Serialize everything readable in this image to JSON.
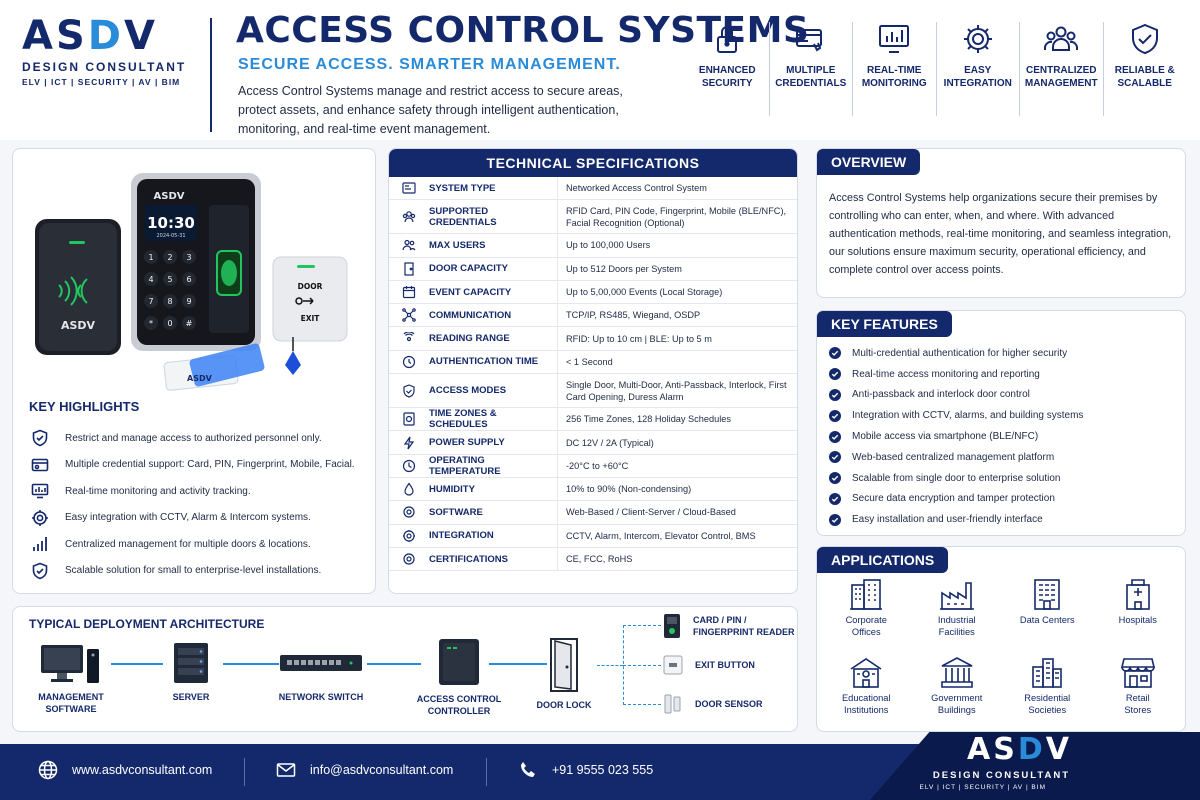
{
  "brand": {
    "mark": "ASDV",
    "name": "DESIGN CONSULTANT",
    "tagline": "ELV | ICT | SECURITY | AV | BIM"
  },
  "header": {
    "title": "ACCESS CONTROL SYSTEMS",
    "subtitle": "SECURE ACCESS. SMARTER MANAGEMENT.",
    "intro": "Access Control Systems manage and restrict access to secure areas, protect assets, and enhance safety through intelligent authentication, monitoring, and real-time event management."
  },
  "top_features": [
    {
      "label": "ENHANCED\nSECURITY",
      "icon": "lock-icon"
    },
    {
      "label": "MULTIPLE\nCREDENTIALS",
      "icon": "card-icon"
    },
    {
      "label": "REAL-TIME\nMONITORING",
      "icon": "monitor-chart-icon"
    },
    {
      "label": "EASY\nINTEGRATION",
      "icon": "gear-icon"
    },
    {
      "label": "CENTRALIZED\nMANAGEMENT",
      "icon": "users-icon"
    },
    {
      "label": "RELIABLE &\nSCALABLE",
      "icon": "shield-check-icon"
    }
  ],
  "product": {
    "device_logo": "ASDV",
    "time": "10:30",
    "date": "2024-05-31",
    "keys": [
      "1",
      "2",
      "3",
      "4",
      "5",
      "6",
      "7",
      "8",
      "9",
      "*",
      "0",
      "#"
    ],
    "exit_button": "DOOR\nEXIT",
    "card_logo": "ASDV"
  },
  "key_highlights": {
    "title": "KEY HIGHLIGHTS",
    "items": [
      "Restrict and manage access to authorized personnel only.",
      "Multiple credential support: Card, PIN, Fingerprint, Mobile, Facial.",
      "Real-time monitoring and activity tracking.",
      "Easy integration with CCTV, Alarm & Intercom systems.",
      "Centralized management for multiple doors & locations.",
      "Scalable solution for small to enterprise-level installations."
    ]
  },
  "specs": {
    "title": "TECHNICAL SPECIFICATIONS",
    "rows": [
      {
        "label": "SYSTEM TYPE",
        "value": "Networked Access Control System",
        "h": 1
      },
      {
        "label": "SUPPORTED CREDENTIALS",
        "value": "RFID Card, PIN Code, Fingerprint, Mobile (BLE/NFC), Facial Recognition (Optional)",
        "h": 2
      },
      {
        "label": "MAX USERS",
        "value": "Up to 100,000 Users",
        "h": 1
      },
      {
        "label": "DOOR CAPACITY",
        "value": "Up to 512 Doors per System",
        "h": 1
      },
      {
        "label": "EVENT CAPACITY",
        "value": "Up to 5,00,000 Events (Local Storage)",
        "h": 1
      },
      {
        "label": "COMMUNICATION",
        "value": "TCP/IP, RS485, Wiegand, OSDP",
        "h": 1
      },
      {
        "label": "READING RANGE",
        "value": "RFID: Up to 10 cm | BLE: Up to 5 m",
        "h": 1
      },
      {
        "label": "AUTHENTICATION TIME",
        "value": "< 1 Second",
        "h": 1
      },
      {
        "label": "ACCESS MODES",
        "value": "Single Door, Multi-Door, Anti-Passback, Interlock, First Card Opening, Duress Alarm",
        "h": 2
      },
      {
        "label": "TIME ZONES & SCHEDULES",
        "value": "256 Time Zones, 128 Holiday Schedules",
        "h": 1
      },
      {
        "label": "POWER SUPPLY",
        "value": "DC 12V / 2A (Typical)",
        "h": 1
      },
      {
        "label": "OPERATING TEMPERATURE",
        "value": "-20°C to +60°C",
        "h": 1
      },
      {
        "label": "HUMIDITY",
        "value": "10% to 90% (Non-condensing)",
        "h": 1
      },
      {
        "label": "SOFTWARE",
        "value": "Web-Based / Client-Server / Cloud-Based",
        "h": 1
      },
      {
        "label": "INTEGRATION",
        "value": "CCTV, Alarm, Intercom, Elevator Control, BMS",
        "h": 1
      },
      {
        "label": "CERTIFICATIONS",
        "value": "CE, FCC, RoHS",
        "h": 1
      }
    ]
  },
  "overview": {
    "title": "OVERVIEW",
    "text": "Access Control Systems help organizations secure their premises by controlling who can enter, when, and where. With advanced authentication methods, real-time monitoring, and seamless integration, our solutions ensure maximum security, operational efficiency, and complete control over access points."
  },
  "key_features": {
    "title": "KEY FEATURES",
    "items": [
      "Multi-credential authentication for higher security",
      "Real-time access monitoring and reporting",
      "Anti-passback and interlock door control",
      "Integration with CCTV, alarms, and building systems",
      "Mobile access via smartphone (BLE/NFC)",
      "Web-based centralized management platform",
      "Scalable from single door to enterprise solution",
      "Secure data encryption and tamper protection",
      "Easy installation and user-friendly interface"
    ]
  },
  "applications": {
    "title": "APPLICATIONS",
    "items": [
      {
        "label": "Corporate\nOffices",
        "icon": "office-building-icon"
      },
      {
        "label": "Industrial\nFacilities",
        "icon": "factory-icon"
      },
      {
        "label": "Data Centers",
        "icon": "data-center-icon"
      },
      {
        "label": "Hospitals",
        "icon": "hospital-icon"
      },
      {
        "label": "Educational\nInstitutions",
        "icon": "school-icon"
      },
      {
        "label": "Government\nBuildings",
        "icon": "government-building-icon"
      },
      {
        "label": "Residential\nSocieties",
        "icon": "residential-icon"
      },
      {
        "label": "Retail\nStores",
        "icon": "store-icon"
      }
    ]
  },
  "architecture": {
    "title": "TYPICAL DEPLOYMENT ARCHITECTURE",
    "nodes": [
      "MANAGEMENT\nSOFTWARE",
      "SERVER",
      "NETWORK SWITCH",
      "ACCESS CONTROL\nCONTROLLER",
      "DOOR LOCK"
    ],
    "devices": [
      "CARD / PIN /\nFINGERPRINT READER",
      "EXIT BUTTON",
      "DOOR SENSOR"
    ]
  },
  "footer": {
    "website": "www.asdvconsultant.com",
    "email": "info@asdvconsultant.com",
    "phone": "+91 9555 023 555"
  },
  "colors": {
    "navy": "#14296b",
    "accent": "#2a8bd8",
    "green": "#22c55e"
  }
}
